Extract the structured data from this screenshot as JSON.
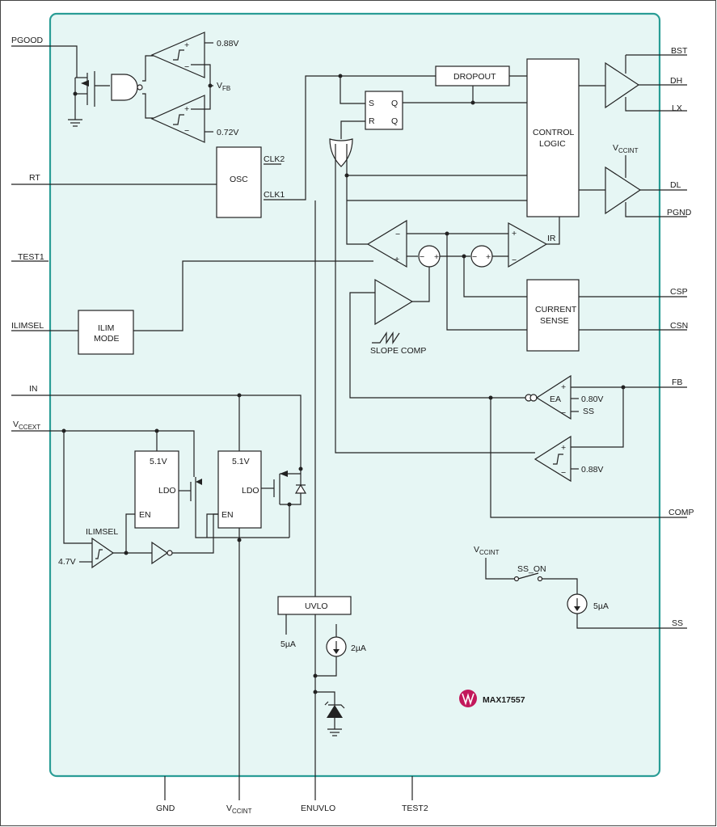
{
  "pins_left": {
    "pgood": "PGOOD",
    "rt": "RT",
    "test1": "TEST1",
    "ilimsel": "ILIMSEL",
    "in": "IN",
    "vccext_main": "V",
    "vccext_sub": "CCEXT"
  },
  "pins_right": {
    "bst": "BST",
    "dh": "DH",
    "lx": "LX",
    "dl": "DL",
    "pgnd": "PGND",
    "csp": "CSP",
    "csn": "CSN",
    "fb": "FB",
    "comp": "COMP",
    "ss": "SS"
  },
  "pins_bottom": {
    "gnd": "GND",
    "vccint_main": "V",
    "vccint_sub": "CCINT",
    "enuvlo": "ENUVLO",
    "test2": "TEST2"
  },
  "blocks": {
    "dropout": "DROPOUT",
    "control_logic_1": "CONTROL",
    "control_logic_2": "LOGIC",
    "osc": "OSC",
    "clk2": "CLK2",
    "clk1": "CLK1",
    "ilim_mode_1": "ILIM",
    "ilim_mode_2": "MODE",
    "current_sense_1": "CURRENT",
    "current_sense_2": "SENSE",
    "uvlo": "UVLO",
    "ldo1": "LDO",
    "ldo2": "LDO",
    "en1": "EN",
    "en2": "EN",
    "ldo1_v": "5.1V",
    "ldo2_v": "5.1V",
    "sr_s": "S",
    "sr_r": "R",
    "sr_q": "Q",
    "sr_qbar": "Q"
  },
  "labels": {
    "ref_088_top": "0.88V",
    "ref_072": "0.72V",
    "vfb_main": "V",
    "vfb_sub": "FB",
    "vccint_drv_main": "V",
    "vccint_drv_sub": "CCINT",
    "ir": "IR",
    "slope_comp": "SLOPE COMP",
    "ea": "EA",
    "ref_080": "0.80V",
    "ss_ea": "SS",
    "ref_088_bottom": "0.88V",
    "ilimsel_comp": "ILIMSEL",
    "ref_47": "4.7V",
    "uvlo_5ua": "5µA",
    "src_2ua": "2µA",
    "vccint_ss_main": "V",
    "vccint_ss_sub": "CCINT",
    "ss_on": "SS_ON",
    "src_5ua": "5µA",
    "plus": "+",
    "minus": "−"
  },
  "brand": {
    "part_number": "MAX17557",
    "accent_color": "#2a9d96",
    "logo_color": "#c2185b"
  }
}
